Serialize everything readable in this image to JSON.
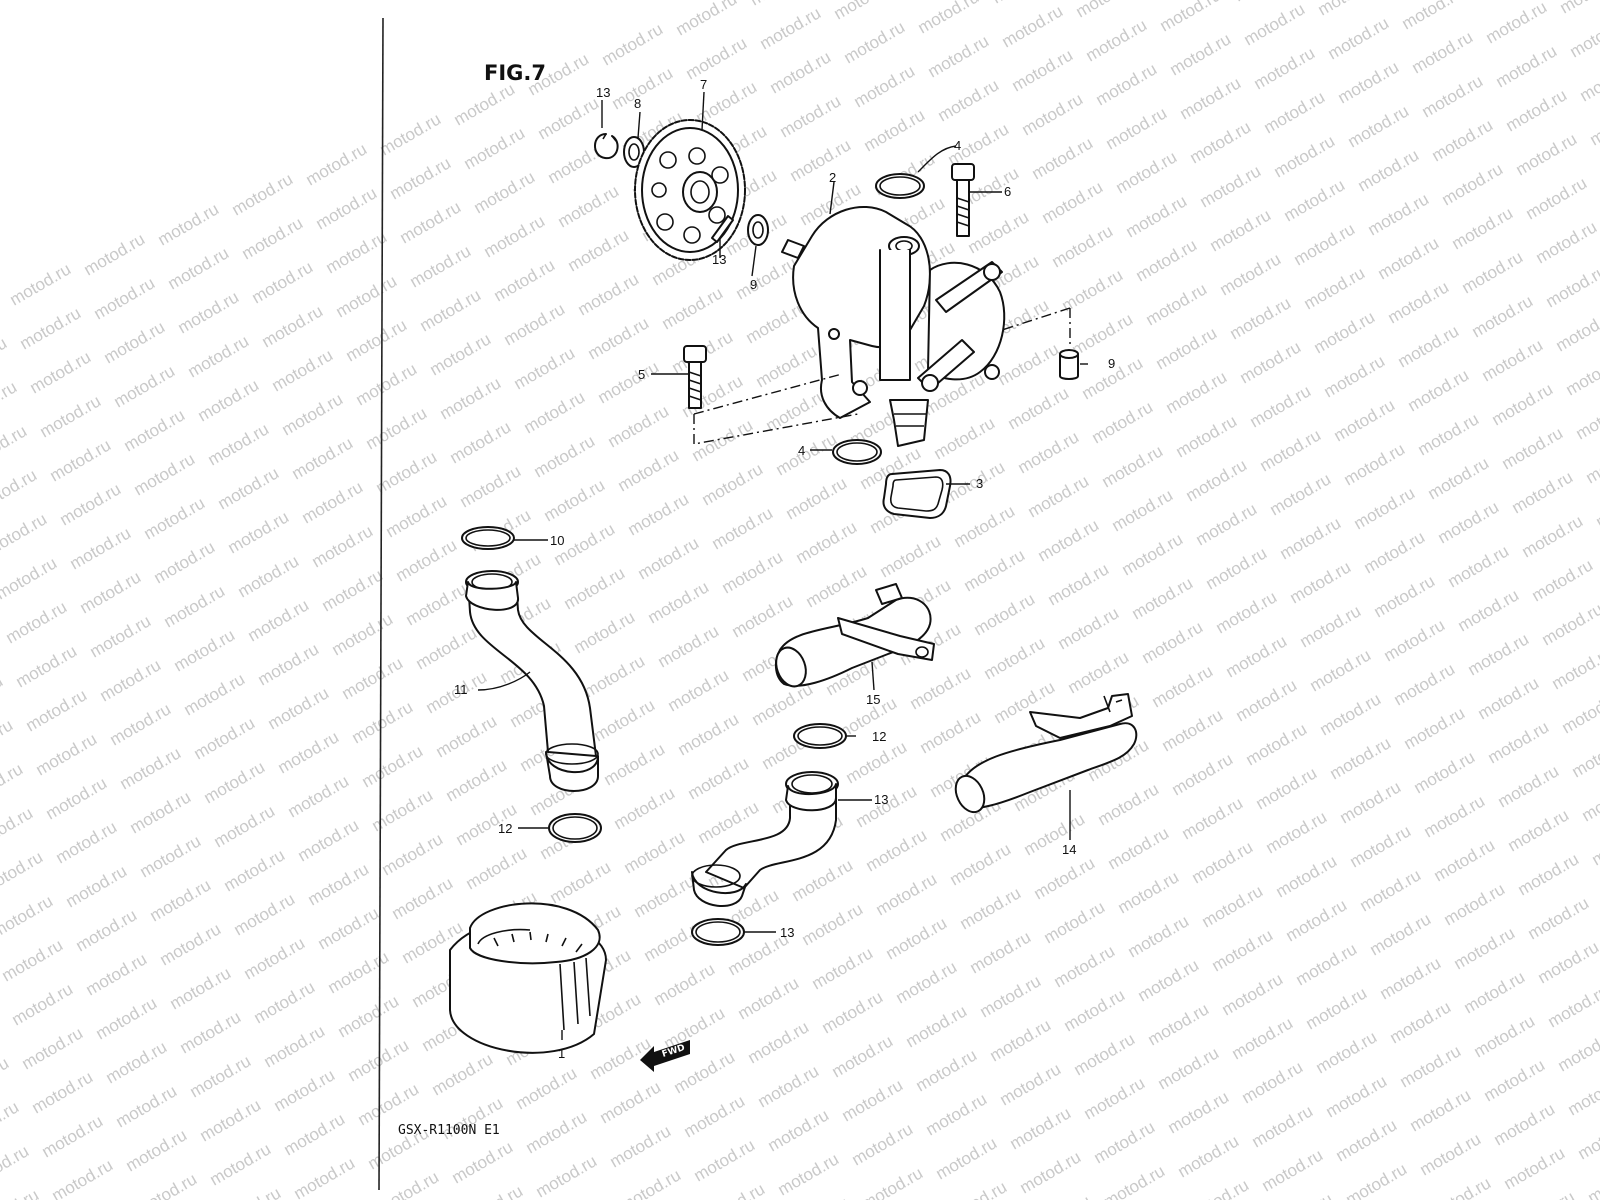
{
  "figure": {
    "title": "FIG.7"
  },
  "model": {
    "code": "GSX-R1100N E1"
  },
  "direction_marker": {
    "label": "FWD",
    "icon": "forward-arrow-icon"
  },
  "watermark": {
    "text": "motod.ru"
  },
  "callouts": [
    "1",
    "2",
    "3",
    "4",
    "4",
    "5",
    "6",
    "7",
    "8",
    "9",
    "9",
    "10",
    "11",
    "12",
    "12",
    "13",
    "13",
    "13",
    "13",
    "14",
    "15"
  ]
}
